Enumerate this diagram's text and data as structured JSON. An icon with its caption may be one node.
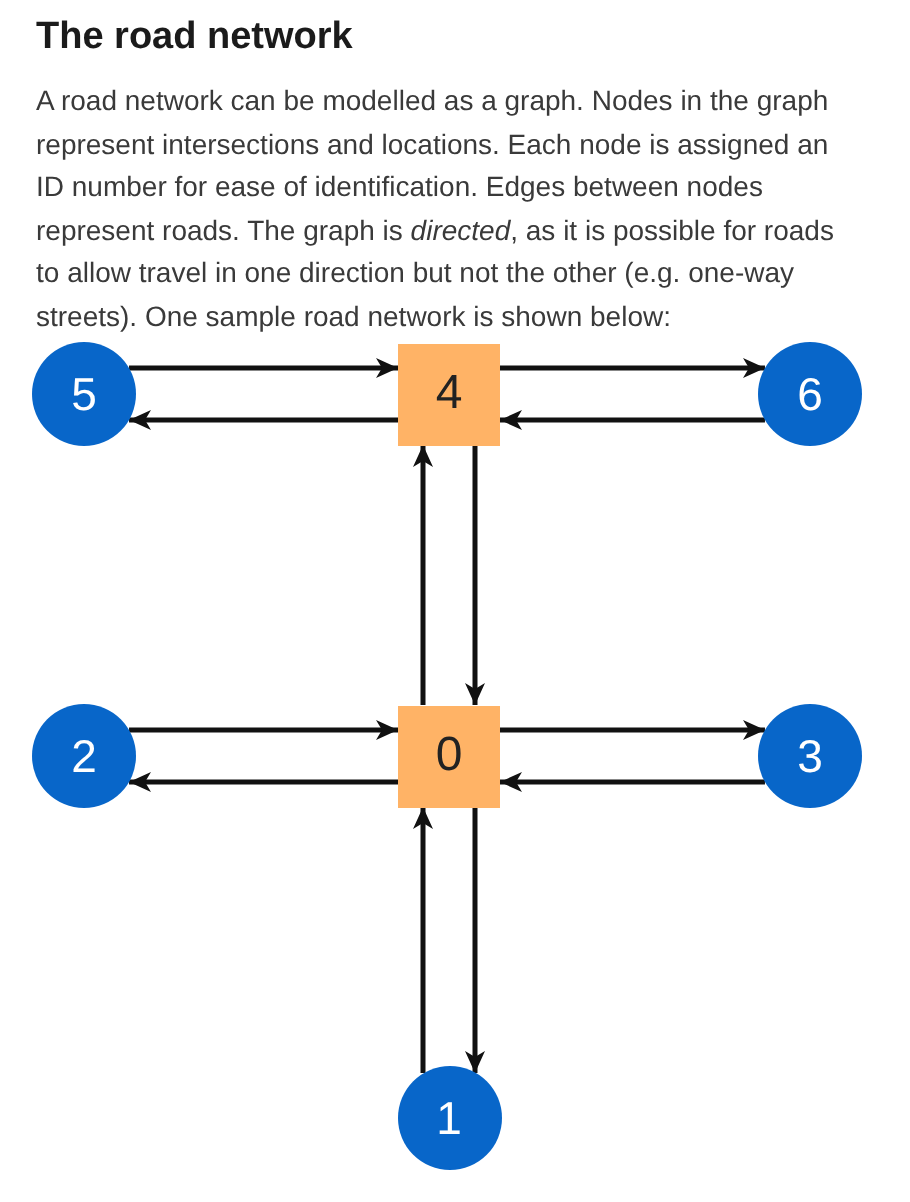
{
  "diagram": {
    "title": "The road network",
    "nodes": [
      {
        "text": [
          "5"
        ]
      },
      {
        "text": [
          "4"
        ]
      },
      {
        "text": [
          "6"
        ]
      },
      {
        "text": [
          "2"
        ]
      },
      {
        "text": [
          "0"
        ]
      },
      {
        "text": [
          "3"
        ]
      },
      {
        "text": [
          "1"
        ]
      }
    ],
    "edges": [
      {
        "from": 0,
        "to": 1,
        "arrow": "to"
      },
      {
        "from": 1,
        "to": 2,
        "arrow": "to"
      },
      {
        "from": 1,
        "to": 0,
        "arrow": "to"
      },
      {
        "from": 2,
        "to": 1,
        "arrow": "to"
      },
      {
        "from": 4,
        "to": 1,
        "arrow": "to"
      },
      {
        "from": 1,
        "to": 4,
        "arrow": "to"
      },
      {
        "from": 3,
        "to": 4,
        "arrow": "to"
      },
      {
        "from": 4,
        "to": 5,
        "arrow": "to"
      },
      {
        "from": 4,
        "to": 3,
        "arrow": "to"
      },
      {
        "from": 5,
        "to": 4,
        "arrow": "to"
      },
      {
        "from": 6,
        "to": 4,
        "arrow": "to"
      },
      {
        "from": 4,
        "to": 6,
        "arrow": "to"
      }
    ],
    "labels": [
      "A road network can be modelled as a graph. Nodes in the graph represent intersections and locations. Each node is assigned an ID number for ease of identification. Edges between nodes represent roads. The graph is *directed*, as it is possible for roads to allow travel in one direction but not the other (e.g. one-way streets). One sample road network is shown below:"
    ]
  }
}
